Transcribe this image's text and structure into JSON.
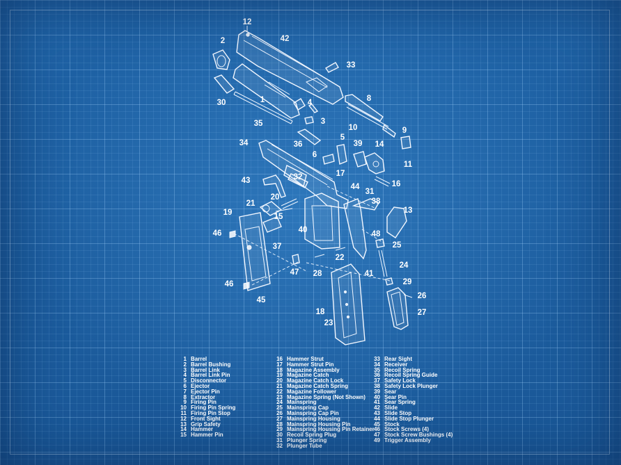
{
  "callouts": [
    "12",
    "42",
    "2",
    "33",
    "30",
    "1",
    "4",
    "3",
    "8",
    "10",
    "9",
    "35",
    "36",
    "5",
    "39",
    "14",
    "34",
    "6",
    "11",
    "43",
    "32",
    "17",
    "44",
    "16",
    "31",
    "21",
    "20",
    "38",
    "19",
    "15",
    "13",
    "40",
    "46",
    "48",
    "25",
    "37",
    "24",
    "22",
    "47",
    "28",
    "41",
    "29",
    "46",
    "45",
    "26",
    "18",
    "27",
    "23"
  ],
  "legend": {
    "col1": [
      {
        "n": "1",
        "name": "Barrel"
      },
      {
        "n": "2",
        "name": "Barrel Bushing"
      },
      {
        "n": "3",
        "name": "Barrel Link"
      },
      {
        "n": "4",
        "name": "Barrel Link Pin"
      },
      {
        "n": "5",
        "name": "Disconnector"
      },
      {
        "n": "6",
        "name": "Ejector"
      },
      {
        "n": "7",
        "name": "Ejector Pin"
      },
      {
        "n": "8",
        "name": "Extractor"
      },
      {
        "n": "9",
        "name": "Firing Pin"
      },
      {
        "n": "10",
        "name": "Firing Pin Spring"
      },
      {
        "n": "11",
        "name": "Firing Pin Stop"
      },
      {
        "n": "12",
        "name": "Front Sight"
      },
      {
        "n": "13",
        "name": "Grip Safety"
      },
      {
        "n": "14",
        "name": "Hammer"
      },
      {
        "n": "15",
        "name": "Hammer Pin"
      }
    ],
    "col2": [
      {
        "n": "16",
        "name": "Hammer Strut"
      },
      {
        "n": "17",
        "name": "Hammer Strut Pin"
      },
      {
        "n": "18",
        "name": "Magazine Assembly"
      },
      {
        "n": "19",
        "name": "Magazine Catch"
      },
      {
        "n": "20",
        "name": "Magazine Catch Lock"
      },
      {
        "n": "21",
        "name": "Magazine Catch Spring"
      },
      {
        "n": "22",
        "name": "Magazine Follower"
      },
      {
        "n": "23",
        "name": "Magazine Spring (Not Shown)"
      },
      {
        "n": "24",
        "name": "Mainspring"
      },
      {
        "n": "25",
        "name": "Mainspring Cap"
      },
      {
        "n": "26",
        "name": "Mainspring Cap Pin"
      },
      {
        "n": "27",
        "name": "Mainspring Housing"
      },
      {
        "n": "28",
        "name": "Mainspring Housing Pin"
      },
      {
        "n": "29",
        "name": "Mainspring Housing Pin Retainer"
      },
      {
        "n": "30",
        "name": "Recoil Spring Plug"
      },
      {
        "n": "31",
        "name": "Plunger Spring"
      },
      {
        "n": "32",
        "name": "Plunger Tube"
      }
    ],
    "col3": [
      {
        "n": "33",
        "name": "Rear Sight"
      },
      {
        "n": "34",
        "name": "Receiver"
      },
      {
        "n": "35",
        "name": "Recoil Spring"
      },
      {
        "n": "36",
        "name": "Recoil Spring Guide"
      },
      {
        "n": "37",
        "name": "Safety Lock"
      },
      {
        "n": "38",
        "name": "Safety Lock Plunger"
      },
      {
        "n": "39",
        "name": "Sear"
      },
      {
        "n": "40",
        "name": "Sear Pin"
      },
      {
        "n": "41",
        "name": "Sear Spring"
      },
      {
        "n": "42",
        "name": "Slide"
      },
      {
        "n": "43",
        "name": "Slide Stop"
      },
      {
        "n": "44",
        "name": "Slide Stop Plunger"
      },
      {
        "n": "45",
        "name": "Stock"
      },
      {
        "n": "46",
        "name": "Stock Screws (4)"
      },
      {
        "n": "47",
        "name": "Stock Screw Bushings (4)"
      },
      {
        "n": "49",
        "name": "Trigger Assembly"
      }
    ]
  }
}
